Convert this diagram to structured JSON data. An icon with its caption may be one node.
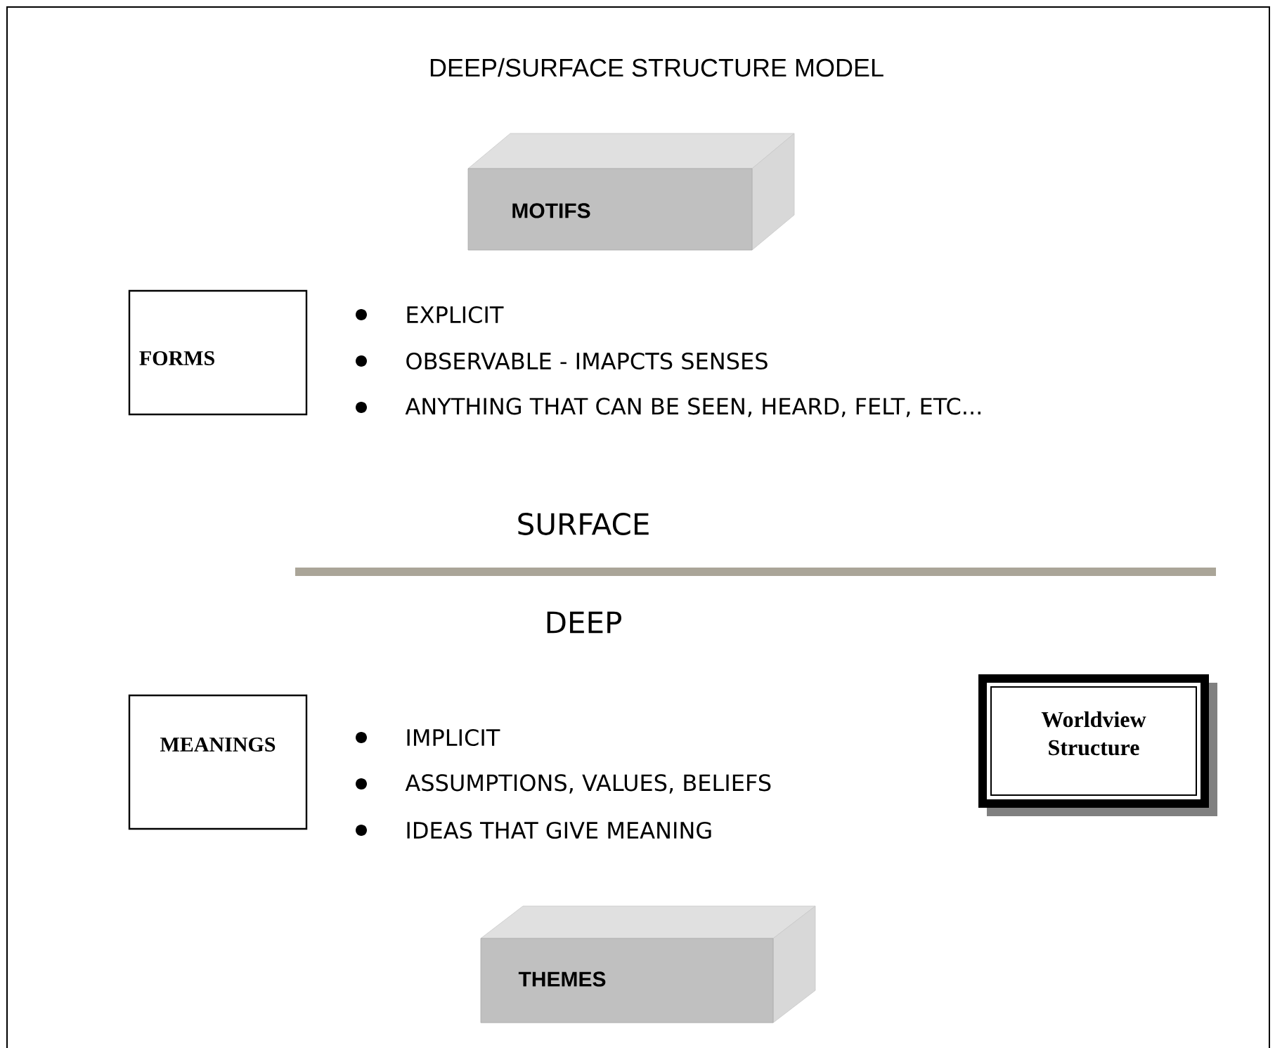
{
  "diagram": {
    "title": "DEEP/SURFACE STRUCTURE MODEL",
    "nodes": [
      {
        "text": [
          "MOTIFS"
        ]
      },
      {
        "text": [
          "FORMS"
        ]
      },
      {
        "text": [
          "MEANINGS"
        ]
      },
      {
        "text": [
          "Worldview Structure"
        ]
      },
      {
        "text": [
          "THEMES"
        ]
      }
    ],
    "labels": [
      "EXPLICIT",
      "OBSERVABLE - IMAPCTS SENSES",
      "ANYTHING THAT CAN BE SEEN, HEARD, FELT, ETC...",
      "SURFACE",
      "DEEP",
      "IMPLICIT",
      "ASSUMPTIONS, VALUES, BELIEFS",
      "IDEAS THAT GIVE MEANING"
    ]
  }
}
